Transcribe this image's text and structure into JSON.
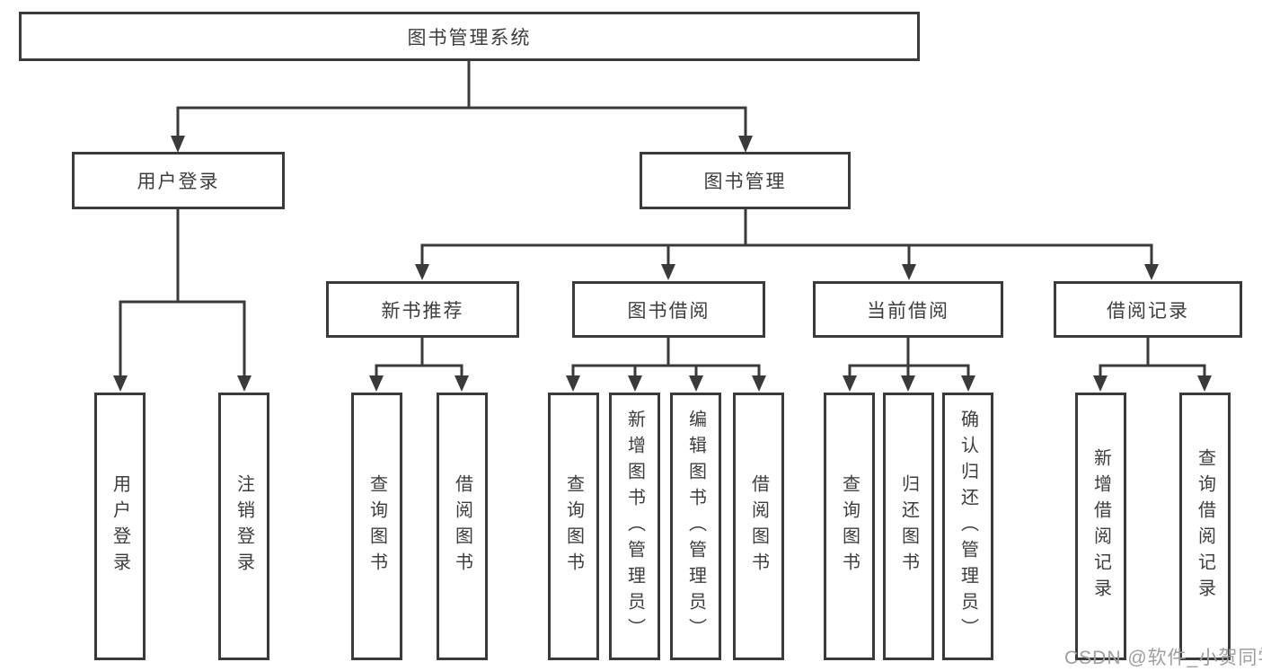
{
  "colors": {
    "line": "#3a3a3a",
    "box_border": "#3a3a3a",
    "text": "#3d3d3d",
    "watermark": "#9e9e9e",
    "background": "#ffffff"
  },
  "watermark": {
    "text": "CSDN @软件_小贺同学"
  },
  "tree": {
    "root": {
      "label": "图书管理系统"
    },
    "branches": [
      {
        "label": "用户登录",
        "children": [
          {
            "label": "用户登录"
          },
          {
            "label": "注销登录"
          }
        ]
      },
      {
        "label": "图书管理",
        "children": [
          {
            "label": "新书推荐",
            "children": [
              {
                "label": "查询图书"
              },
              {
                "label": "借阅图书"
              }
            ]
          },
          {
            "label": "图书借阅",
            "children": [
              {
                "label": "查询图书"
              },
              {
                "label": "新增图书（管理员）"
              },
              {
                "label": "编辑图书（管理员）"
              },
              {
                "label": "借阅图书"
              }
            ]
          },
          {
            "label": "当前借阅",
            "children": [
              {
                "label": "查询图书"
              },
              {
                "label": "归还图书"
              },
              {
                "label": "确认归还（管理员）"
              }
            ]
          },
          {
            "label": "借阅记录",
            "children": [
              {
                "label": "新增借阅记录"
              },
              {
                "label": "查询借阅记录"
              }
            ]
          }
        ]
      }
    ]
  }
}
